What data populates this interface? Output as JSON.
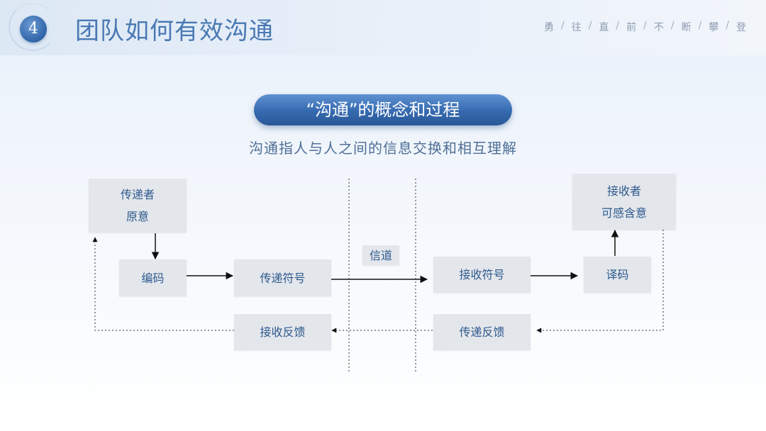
{
  "header": {
    "number": "4",
    "title": "团队如何有效沟通",
    "slogan": [
      "勇",
      "往",
      "直",
      "前",
      "不",
      "断",
      "攀",
      "登"
    ]
  },
  "banner": {
    "title": "“沟通”的概念和过程",
    "subtitle": "沟通指人与人之间的信息交换和相互理解"
  },
  "diagram": {
    "sender_line1": "传递者",
    "sender_line2": "原意",
    "encode": "编码",
    "send_symbols": "传递符号",
    "channel": "信道",
    "receive_symbols": "接收符号",
    "decode": "译码",
    "receiver_line1": "接收者",
    "receiver_line2": "可感含意",
    "send_feedback": "传递反馈",
    "receive_feedback": "接收反馈"
  },
  "colors": {
    "accent": "#3569af",
    "box_fill": "#e3e6eb",
    "box_text": "#2e5a8e"
  }
}
